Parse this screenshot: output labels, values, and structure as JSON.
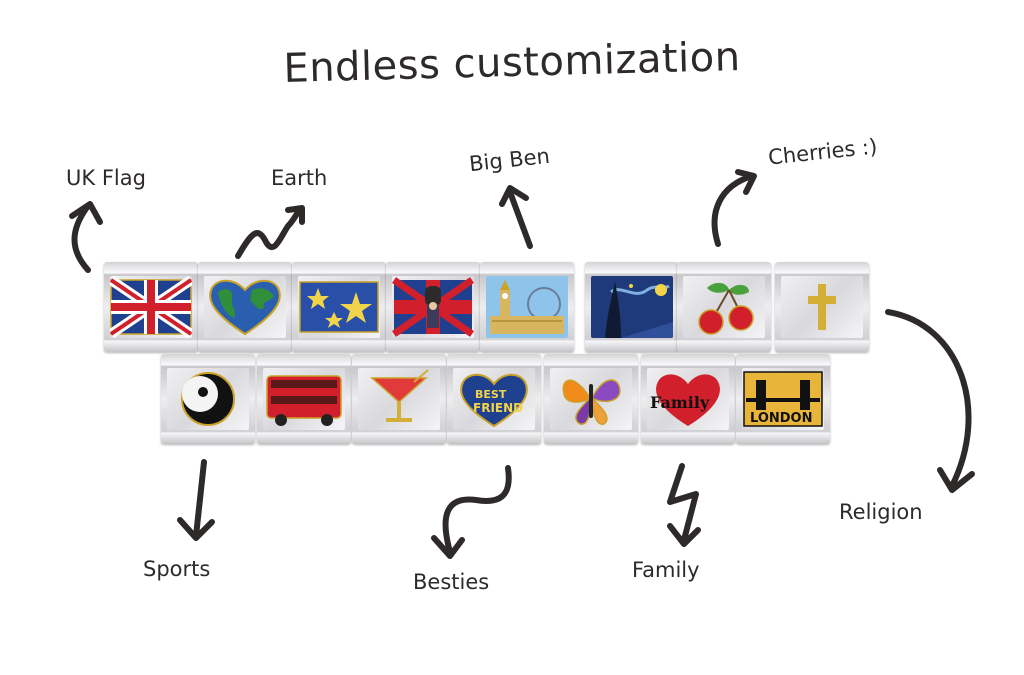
{
  "title": "Endless customization",
  "labels": {
    "uk_flag": "UK Flag",
    "earth": "Earth",
    "big_ben": "Big Ben",
    "cherries": "Cherries :)",
    "religion": "Religion",
    "sports": "Sports",
    "besties": "Besties",
    "family": "Family"
  },
  "charm_text": {
    "best_friend_line1": "BEST",
    "best_friend_line2": "FRIEND",
    "family": "Family",
    "london": "LONDON"
  },
  "colors": {
    "ink": "#2e2a2a",
    "steel": "#e6e6e8",
    "enamel_blue": "#1f3f8f",
    "enamel_red": "#d1202c",
    "gold": "#d4af37"
  }
}
